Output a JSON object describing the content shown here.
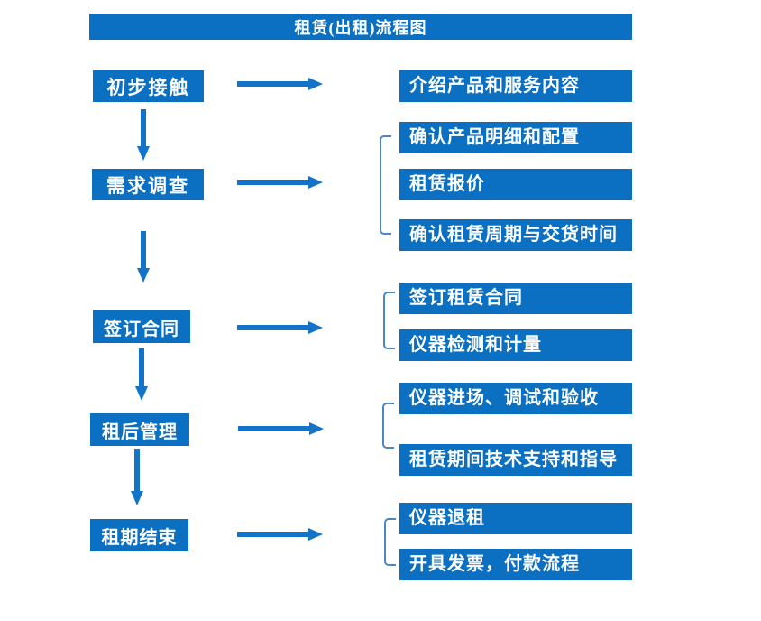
{
  "title": "租赁(出租)流程图",
  "colors": {
    "primary_blue": "#0b70c1",
    "arrow_blue": "#1273c8",
    "bracket_blue": "#4a86c8",
    "text_white": "#ffffff",
    "background": "#ffffff"
  },
  "stages": [
    {
      "label": "初步接触",
      "outputs": [
        "介绍产品和服务内容"
      ]
    },
    {
      "label": "需求调查",
      "outputs": [
        "确认产品明细和配置",
        "租赁报价",
        "确认租赁周期与交货时间"
      ]
    },
    {
      "label": "签订合同",
      "outputs": [
        "签订租赁合同",
        "仪器检测和计量"
      ]
    },
    {
      "label": "租后管理",
      "outputs": [
        "仪器进场、调试和验收",
        "租赁期间技术支持和指导"
      ]
    },
    {
      "label": "租期结束",
      "outputs": [
        "仪器退租",
        "开具发票，付款流程"
      ]
    }
  ]
}
